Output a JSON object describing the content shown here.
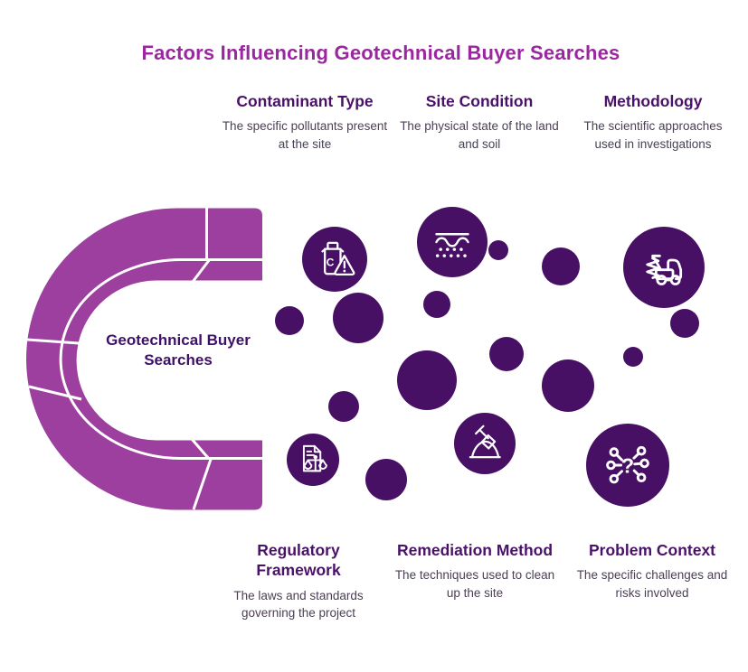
{
  "title": "Factors Influencing Geotechnical Buyer Searches",
  "magnet": {
    "label": "Geotechnical Buyer Searches"
  },
  "factors": [
    {
      "id": "contaminant-type",
      "title": "Contaminant Type",
      "description": "The specific pollutants present at the site",
      "icon": "hazard-container-icon",
      "row": "top"
    },
    {
      "id": "site-condition",
      "title": "Site Condition",
      "description": "The physical state of the land and soil",
      "icon": "soil-layers-icon",
      "row": "top"
    },
    {
      "id": "methodology",
      "title": "Methodology",
      "description": "The scientific approaches used in investigations",
      "icon": "drill-rig-icon",
      "row": "top"
    },
    {
      "id": "regulatory-framework",
      "title": "Regulatory Framework",
      "description": "The laws and standards governing the project",
      "icon": "document-scales-icon",
      "row": "bottom"
    },
    {
      "id": "remediation-method",
      "title": "Remediation Method",
      "description": "The techniques used to clean up the site",
      "icon": "shovel-icon",
      "row": "bottom"
    },
    {
      "id": "problem-context",
      "title": "Problem Context",
      "description": "The specific challenges and risks involved",
      "icon": "network-question-icon",
      "row": "bottom"
    }
  ],
  "colors": {
    "magnet_purple": "#9c3f9e",
    "deep_purple_circles": "#471064",
    "title_purple": "#9b27a0",
    "heading_purple": "#4a1168",
    "body_text": "#4a3f55",
    "background": "#ffffff"
  }
}
